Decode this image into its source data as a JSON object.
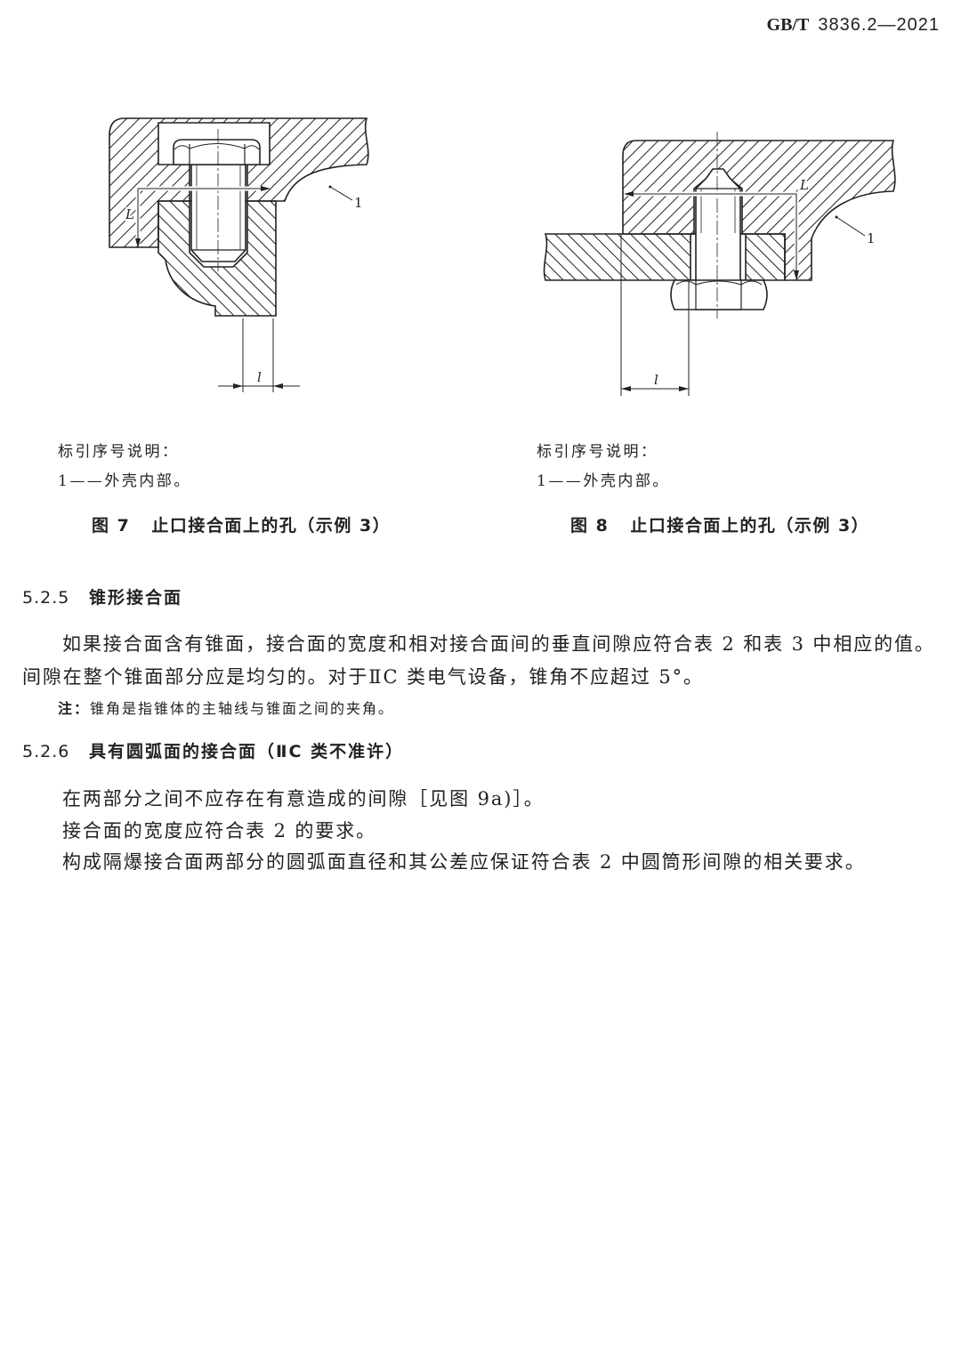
{
  "header": {
    "code_prefix": "GB/T",
    "code_number": "3836.2—2021"
  },
  "figures": [
    {
      "labels": {
        "item": "1",
        "length_L": "L",
        "length_l": "l"
      },
      "legend_title": "标引序号说明：",
      "legend_item": "1——外壳内部。",
      "caption_number": "图 7",
      "caption_title": "止口接合面上的孔（示例 3）"
    },
    {
      "labels": {
        "item": "1",
        "length_L": "L",
        "length_l": "l"
      },
      "legend_title": "标引序号说明：",
      "legend_item": "1——外壳内部。",
      "caption_number": "图 8",
      "caption_title": "止口接合面上的孔（示例 3）"
    }
  ],
  "sections": [
    {
      "number": "5.2.5",
      "title": "锥形接合面",
      "lines": [
        "如果接合面含有锥面，接合面的宽度和相对接合面间的垂直间隙应符合表 2 和表 3 中相应的值。",
        "间隙在整个锥面部分应是均匀的。对于ⅡC 类电气设备，锥角不应超过 5°。"
      ],
      "note_label": "注：",
      "note_text": "锥角是指锥体的主轴线与锥面之间的夹角。"
    },
    {
      "number": "5.2.6",
      "title": "具有圆弧面的接合面（ⅡC 类不准许）",
      "lines": [
        "在两部分之间不应存在有意造成的间隙［见图 9a)］。",
        "接合面的宽度应符合表 2 的要求。",
        "构成隔爆接合面两部分的圆弧面直径和其公差应保证符合表 2 中圆筒形间隙的相关要求。"
      ]
    }
  ]
}
